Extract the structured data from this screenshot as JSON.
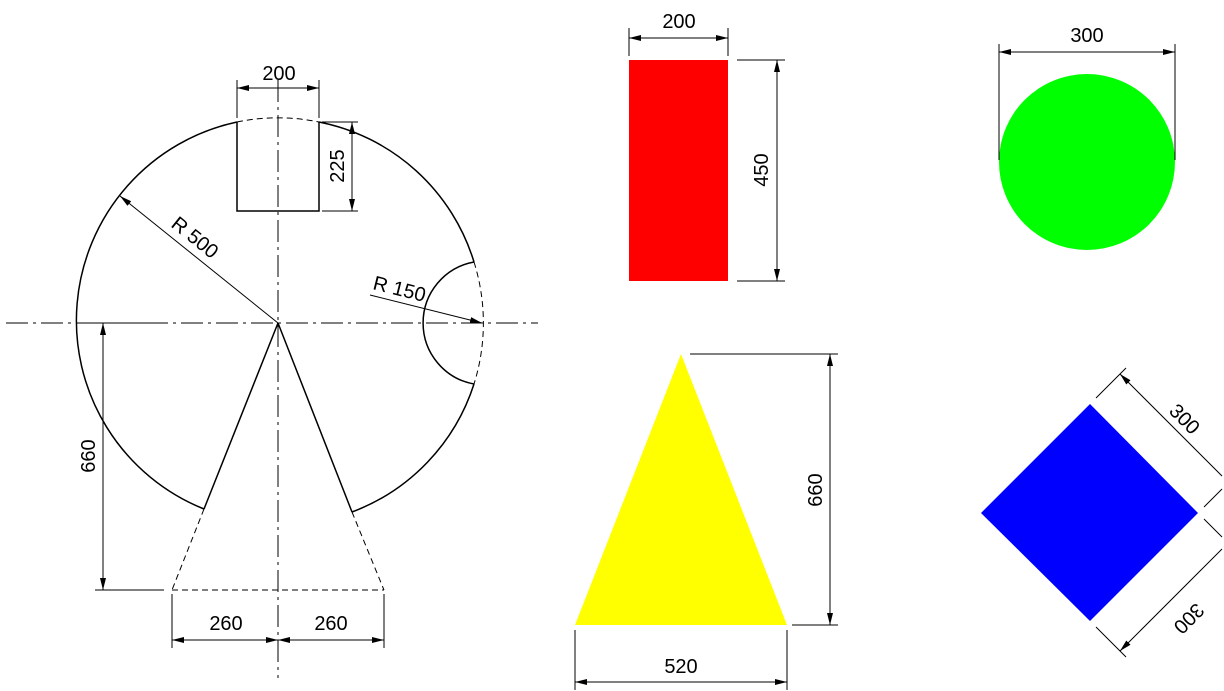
{
  "colors": {
    "rectangle": "#ff0000",
    "circle": "#00ff00",
    "triangle": "#ffff00",
    "diamond": "#0000ff",
    "lines": "#000000"
  },
  "main_drawing": {
    "slot_width": "200",
    "slot_depth": "225",
    "outer_radius": "R 500",
    "notch_radius": "R 150",
    "height": "660",
    "half_base_left": "260",
    "half_base_right": "260"
  },
  "shapes": {
    "rectangle": {
      "width": "200",
      "height": "450"
    },
    "circle": {
      "diameter": "300"
    },
    "triangle": {
      "height": "660",
      "base": "520"
    },
    "diamond": {
      "side_a": "300",
      "side_b": "300"
    }
  }
}
